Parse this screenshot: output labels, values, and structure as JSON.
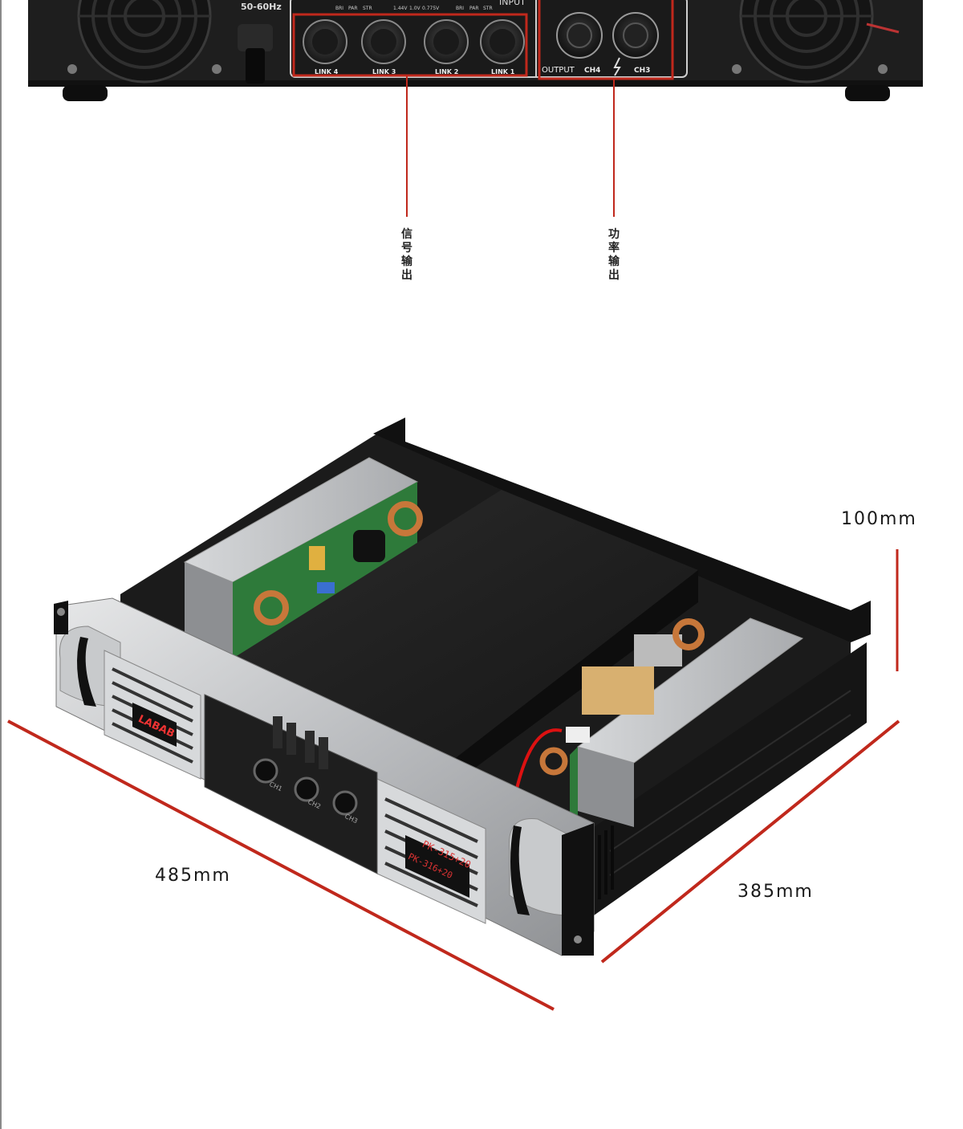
{
  "rear_panel": {
    "power_spec": [
      "50-60Hz"
    ],
    "input_heading": "INPUT",
    "switch_labels": [
      "BRI",
      "PAR",
      "STR"
    ],
    "sens_labels": [
      "1.44V",
      "1.0V",
      "0.775V"
    ],
    "links": [
      "LINK 4",
      "LINK 3",
      "LINK 2",
      "LINK 1"
    ],
    "output_heading": "OUTPUT",
    "channels": [
      "CH4",
      "CH3"
    ]
  },
  "callouts": {
    "signal_output": "信号输出",
    "power_output": "功率输出"
  },
  "front_panel": {
    "brand": "LABAB",
    "model_top": "PK-315+20",
    "model_bottom": "PK-316+20",
    "knob_labels": [
      "CH1",
      "CH2",
      "CH3"
    ]
  },
  "dimensions": {
    "height": "100mm",
    "width": "485mm",
    "depth": "385mm"
  },
  "colors": {
    "accent": "#c0281c",
    "chassis": "#1c1c1c",
    "silver": "#c9cbcd"
  }
}
